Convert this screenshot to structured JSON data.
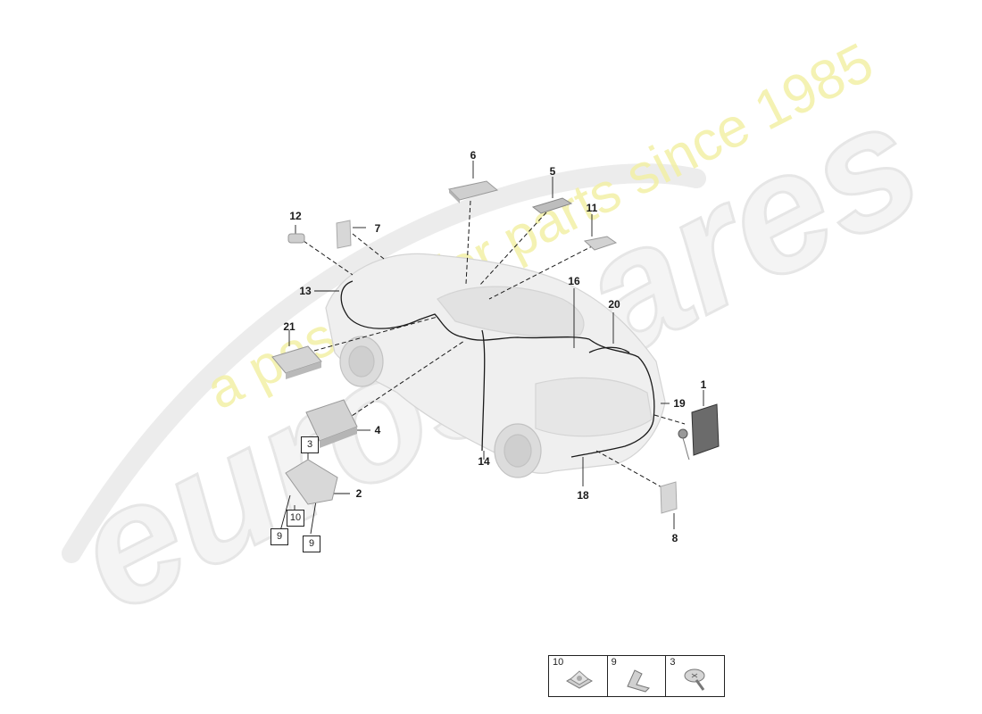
{
  "callouts": [
    "1",
    "2",
    "4",
    "5",
    "6",
    "7",
    "8",
    "11",
    "12",
    "13",
    "14",
    "16",
    "18",
    "19",
    "20",
    "21"
  ],
  "boxed_callouts": [
    "3",
    "10",
    "9",
    "9"
  ],
  "legend": [
    {
      "number": "10",
      "icon": "clip-nut-icon"
    },
    {
      "number": "9",
      "icon": "bracket-clip-icon"
    },
    {
      "number": "3",
      "icon": "screw-icon"
    }
  ],
  "watermark": {
    "logo": "eurospares",
    "tagline": "a passion for parts since 1985",
    "tagline_color": "#f2ef9a"
  }
}
